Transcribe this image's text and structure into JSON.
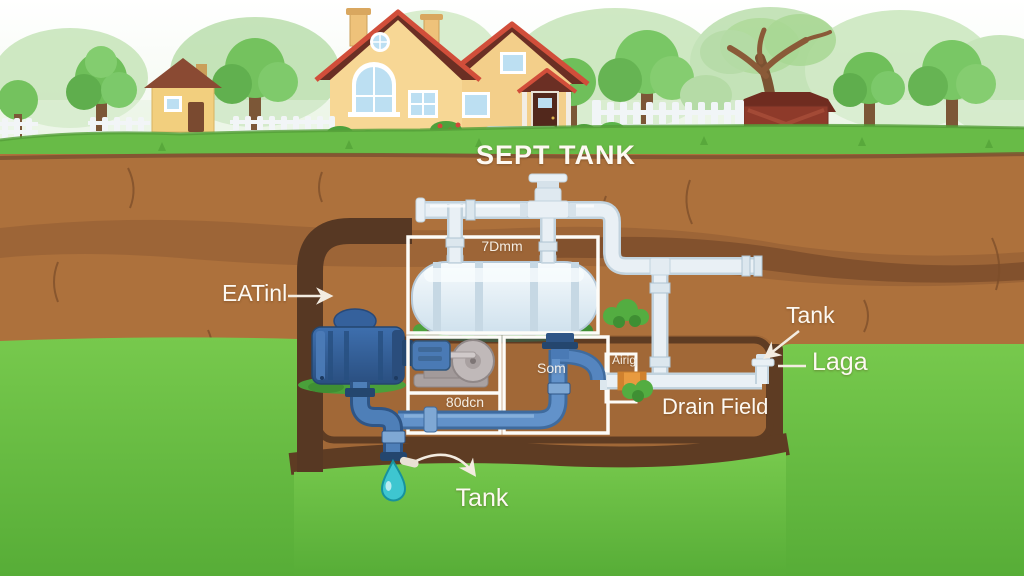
{
  "scene": {
    "title": "SEPT TANK",
    "labels": {
      "inlet": "EATinl",
      "tank_upper": "Tank",
      "outlet": "Laga",
      "drain_field": "Drain Field",
      "tank_lower": "Tank"
    },
    "annotations": {
      "pipe_size": "7Dmm",
      "pump_compartment": "80dcn",
      "distribution_compartment": "Som",
      "valve": "Airig"
    },
    "colors": {
      "label_text": "#fdf9f2",
      "grass_strip": "#68bb47",
      "lawn_green": "#6cc24a",
      "soil_brown": "#ad713c",
      "pit_dark_brown": "#5e3c23",
      "tank_body": "#e9f3f9",
      "white_pipe": "#e9f0f5",
      "blue_pipe": "#6292ca",
      "pump_blue": "#35619c",
      "orange_coupling": "#e89a3f",
      "droplet_teal": "#3ec6d0",
      "house_wall": "#f7d795",
      "roof_red": "#6b2f24",
      "roof_trim": "#d14e3a",
      "barn_red": "#8e3a2a"
    }
  }
}
